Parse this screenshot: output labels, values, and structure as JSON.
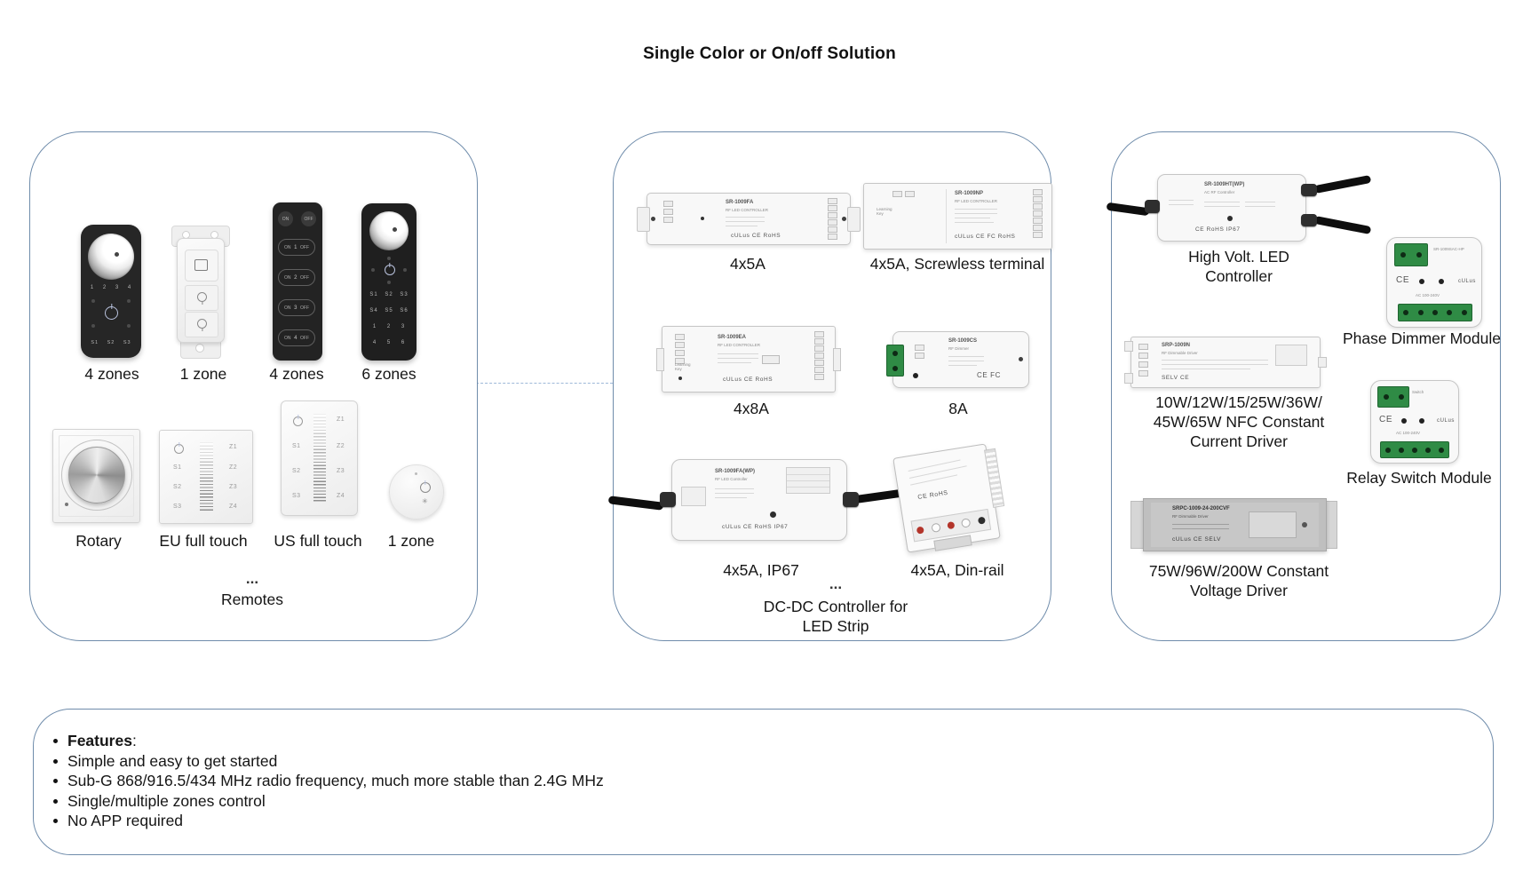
{
  "title": "Single Color or On/off Solution",
  "remotes_panel": {
    "labels_row1": [
      "4 zones",
      "1 zone",
      "4 zones",
      "6 zones"
    ],
    "labels_row2": [
      "Rotary",
      "EU full touch",
      "US full touch",
      "1 zone"
    ],
    "ellipsis": "...",
    "caption": "Remotes",
    "remote_4z": {
      "numbers": "1 2 3 4",
      "scenes": "S1 S2 S3"
    },
    "remote_onoff": {
      "on": "ON",
      "off": "OFF",
      "zones": [
        "1",
        "2",
        "3",
        "4"
      ]
    },
    "remote_6z": {
      "row1": "S1 S2 S3",
      "row2": "S4 S5 S6",
      "row3": "1 2 3",
      "row4": "4 5 6"
    },
    "touch_panel": {
      "side": [
        "S1",
        "S2",
        "S3"
      ],
      "zones": [
        "Z1",
        "Z2",
        "Z3",
        "Z4"
      ]
    }
  },
  "controllers_panel": {
    "devices": [
      {
        "model": "SR-1009FA",
        "desc": "RF LED CONTROLLER",
        "marks": "cULus  CE  RoHS",
        "label": "4x5A"
      },
      {
        "model": "SR-1009NP",
        "desc": "RF LED CONTROLLER",
        "marks": "cULus  CE  FC  RoHS",
        "label": "4x5A, Screwless terminal"
      },
      {
        "model": "SR-1009EA",
        "desc": "RF LED CONTROLLER",
        "marks": "cULus  CE  RoHS",
        "label": "4x8A"
      },
      {
        "model": "SR-1009CS",
        "desc": "RF Dimmer",
        "marks": "CE  FC",
        "label": "8A"
      },
      {
        "model": "SR-1009FA(WP)",
        "desc": "RF LED Controller",
        "marks": "cULus  CE  RoHS  IP67",
        "label": "4x5A, IP67"
      },
      {
        "model": "",
        "desc": "",
        "marks": "",
        "label": "4x5A, Din-rail"
      }
    ],
    "ellipsis": "...",
    "caption_line1": "DC-DC Controller for",
    "caption_line2": "LED Strip"
  },
  "drivers_panel": {
    "high_volt": {
      "model": "SR-1009HT(WP)",
      "desc": "AC RF Controller",
      "marks": "CE  RoHS  IP67",
      "label_line1": "High Volt. LED",
      "label_line2": "Controller"
    },
    "phase_dimmer": {
      "label": "Phase Dimmer Module"
    },
    "nfc_driver": {
      "model": "SRP-1009N",
      "desc": "RF Dimmable Driver",
      "marks": "SELV  CE",
      "label_line1": "10W/12W/15/25W/36W/",
      "label_line2": "45W/65W NFC Constant",
      "label_line3": "Current Driver"
    },
    "relay": {
      "label": "Relay Switch Module"
    },
    "cv_driver": {
      "model": "SRPC-1009-24-200CVF",
      "desc": "RF Dimmable Driver",
      "marks": "cULus  CE  SELV",
      "label_line1": "75W/96W/200W Constant",
      "label_line2": "Voltage Driver"
    }
  },
  "features": {
    "heading": "Features",
    "colon": ":",
    "items": [
      "Simple and easy to get started",
      "Sub-G 868/916.5/434 MHz radio frequency, much more stable than 2.4G MHz",
      "Single/multiple zones control",
      "No APP required"
    ]
  },
  "colors": {
    "panel_border": "#6f8cab",
    "dashed_connector": "#9db8d8",
    "terminal_green": "#2f8b45"
  }
}
